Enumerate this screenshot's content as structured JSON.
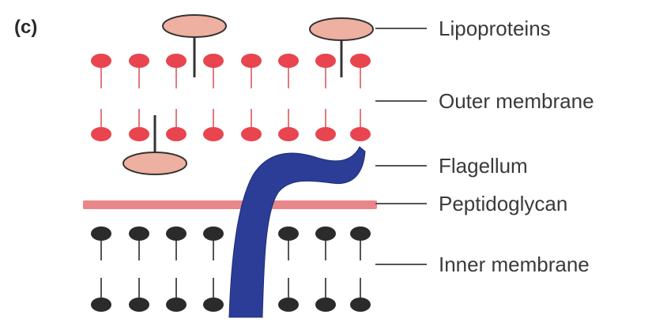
{
  "panel_label": "(c)",
  "labels": {
    "lipoproteins": "Lipoproteins",
    "outer_membrane": "Outer membrane",
    "flagellum": "Flagellum",
    "peptidoglycan": "Peptidoglycan",
    "inner_membrane": "Inner membrane"
  },
  "colors": {
    "outer_head": "#e8454f",
    "outer_tail": "#e27a80",
    "lipoprotein_fill": "#eeb0a0",
    "lipoprotein_stroke": "#333333",
    "peptidoglycan": "#e9868a",
    "inner_head": "#2b2b2b",
    "inner_tail": "#555555",
    "flagellum": "#2b3d96",
    "leader_line": "#555555",
    "text": "#3a3a3a"
  }
}
